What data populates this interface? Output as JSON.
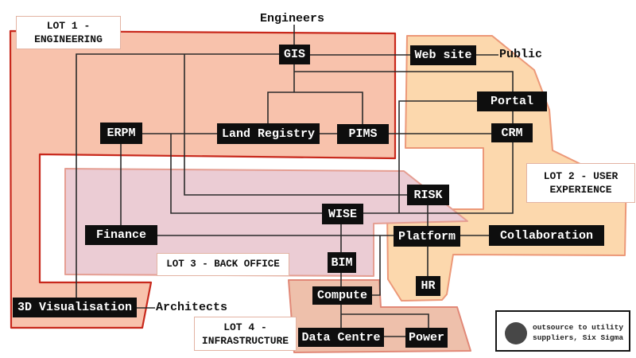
{
  "palette": {
    "page_bg": "#ffffff",
    "lot1_fill": "#f8c2ac",
    "lot1_border": "#c8281c",
    "lot2_fill": "#fcd8ad",
    "lot2_border": "#ec9878",
    "lot3_fill": "#ebccd4",
    "lot3_border": "#e59e92",
    "lot4_fill": "#eec0ab",
    "lot4_border": "#e18877",
    "node_bg": "#0e0e0e",
    "node_text": "#ffffff",
    "line": "#2b2b2b",
    "label_border": "#e3b3a3",
    "legend_circle": "#474747"
  },
  "lots": {
    "lot1": {
      "name_line1": "LOT 1 -",
      "name_line2": "ENGINEERING"
    },
    "lot2": {
      "name_line1": "LOT 2 - USER",
      "name_line2": "EXPERIENCE"
    },
    "lot3": {
      "name_line1": "LOT 3 - BACK OFFICE"
    },
    "lot4": {
      "name_line1": "LOT 4 -",
      "name_line2": "INFRASTRUCTURE"
    }
  },
  "nodes": {
    "gis": {
      "label": "GIS"
    },
    "website": {
      "label": "Web site"
    },
    "portal": {
      "label": "Portal"
    },
    "crm": {
      "label": "CRM"
    },
    "erpm": {
      "label": "ERPM"
    },
    "landregistry": {
      "label": "Land Registry"
    },
    "pims": {
      "label": "PIMS"
    },
    "risk": {
      "label": "RISK"
    },
    "wise": {
      "label": "WISE"
    },
    "finance": {
      "label": "Finance"
    },
    "platform": {
      "label": "Platform"
    },
    "collaboration": {
      "label": "Collaboration"
    },
    "bim": {
      "label": "BIM"
    },
    "hr": {
      "label": "HR"
    },
    "visualisation3d": {
      "label": "3D Visualisation"
    },
    "compute": {
      "label": "Compute"
    },
    "datacentre": {
      "label": "Data Centre"
    },
    "power": {
      "label": "Power"
    }
  },
  "external": {
    "engineers": "Engineers",
    "public": "Public",
    "architects": "Architects"
  },
  "legend": {
    "line1": "outsource to utility",
    "line2": "suppliers, Six Sigma"
  },
  "edges": [
    {
      "from": "Engineers",
      "to": "GIS"
    },
    {
      "from": "GIS",
      "to": "Web site"
    },
    {
      "from": "Web site",
      "to": "Public"
    },
    {
      "from": "GIS",
      "to": "Land Registry"
    },
    {
      "from": "GIS",
      "to": "PIMS"
    },
    {
      "from": "GIS",
      "to": "Portal"
    },
    {
      "from": "GIS",
      "to": "RISK"
    },
    {
      "from": "GIS",
      "to": "3D Visualisation"
    },
    {
      "from": "Portal",
      "to": "CRM"
    },
    {
      "from": "Portal",
      "to": "WISE"
    },
    {
      "from": "CRM",
      "to": "WISE"
    },
    {
      "from": "ERPM",
      "to": "Land Registry"
    },
    {
      "from": "Land Registry",
      "to": "PIMS"
    },
    {
      "from": "PIMS",
      "to": "CRM"
    },
    {
      "from": "ERPM",
      "to": "Finance"
    },
    {
      "from": "ERPM",
      "to": "WISE"
    },
    {
      "from": "Finance",
      "to": "Platform"
    },
    {
      "from": "RISK",
      "to": "Platform"
    },
    {
      "from": "Platform",
      "to": "Collaboration"
    },
    {
      "from": "Platform",
      "to": "HR"
    },
    {
      "from": "Platform",
      "to": "Compute"
    },
    {
      "from": "WISE",
      "to": "BIM"
    },
    {
      "from": "BIM",
      "to": "Compute"
    },
    {
      "from": "Compute",
      "to": "Data Centre"
    },
    {
      "from": "Compute",
      "to": "Power"
    },
    {
      "from": "Data Centre",
      "to": "Power"
    },
    {
      "from": "3D Visualisation",
      "to": "Architects"
    }
  ]
}
